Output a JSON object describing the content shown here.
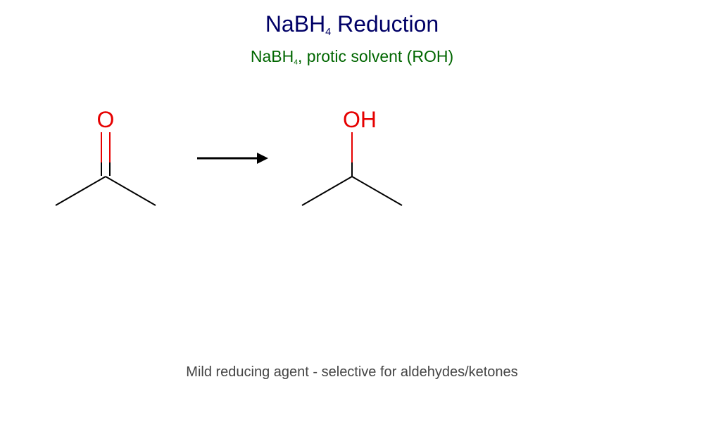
{
  "title": {
    "prefix": "NaBH",
    "subscript": "4",
    "suffix": " Reduction",
    "color": "#000066"
  },
  "conditions": {
    "prefix": "NaBH",
    "subscript": "4",
    "suffix": ", protic solvent (ROH)",
    "color": "#006600"
  },
  "reactant": {
    "atom_label": "O",
    "atom_color": "#e60000"
  },
  "product": {
    "atom_label": "OH",
    "atom_color": "#e60000"
  },
  "caption": {
    "text": "Mild reducing agent - selective for aldehydes/ketones",
    "color": "#444444"
  },
  "bond_color": "#000000"
}
